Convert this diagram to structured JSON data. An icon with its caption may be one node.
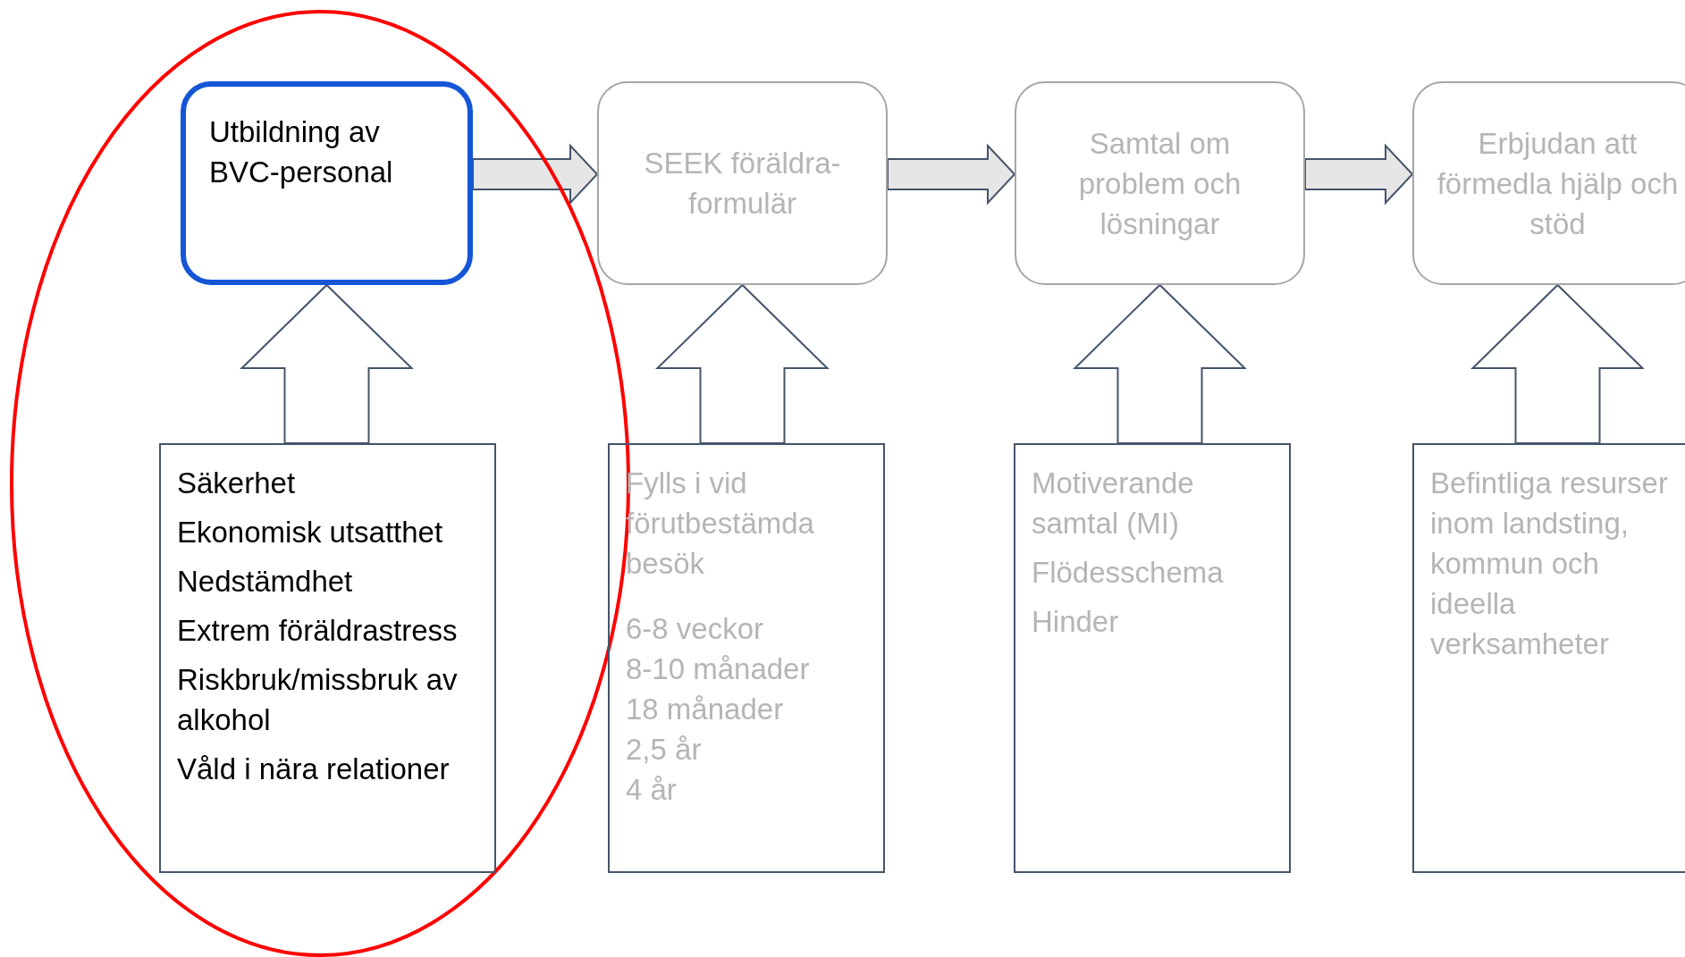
{
  "diagram": {
    "nodes": [
      {
        "text": [
          "Utbildning av BVC-personal"
        ]
      },
      {
        "text": [
          "SEEK föräldra-formulär"
        ]
      },
      {
        "text": [
          "Samtal om problem och lösningar"
        ]
      },
      {
        "text": [
          "Erbjudan att förmedla hjälp och stöd"
        ]
      },
      {
        "text": [
          "Säkerhet",
          "Ekonomisk utsatthet",
          "Nedstämdhet",
          "Extrem föräldrastress",
          "Riskbruk/missbruk av alkohol",
          "Våld i nära relationer"
        ]
      },
      {
        "text": [
          "Fylls i vid förutbestämda besök",
          "6-8 veckor",
          "8-10 månader",
          "18 månader",
          "2,5 år",
          "4 år"
        ]
      },
      {
        "text": [
          "Motiverande samtal (MI)",
          "Flödesschema",
          "Hinder"
        ]
      },
      {
        "text": [
          "Befintliga resurser inom landsting, kommun och ideella verksamheter"
        ]
      }
    ],
    "edges": [
      {
        "from": 0,
        "to": 1,
        "arrow": "to"
      },
      {
        "from": 1,
        "to": 2,
        "arrow": "to"
      },
      {
        "from": 2,
        "to": 3,
        "arrow": "to"
      },
      {
        "from": 4,
        "to": 0,
        "arrow": "to"
      },
      {
        "from": 5,
        "to": 1,
        "arrow": "to"
      },
      {
        "from": 6,
        "to": 2,
        "arrow": "to"
      },
      {
        "from": 7,
        "to": 3,
        "arrow": "to"
      }
    ]
  }
}
